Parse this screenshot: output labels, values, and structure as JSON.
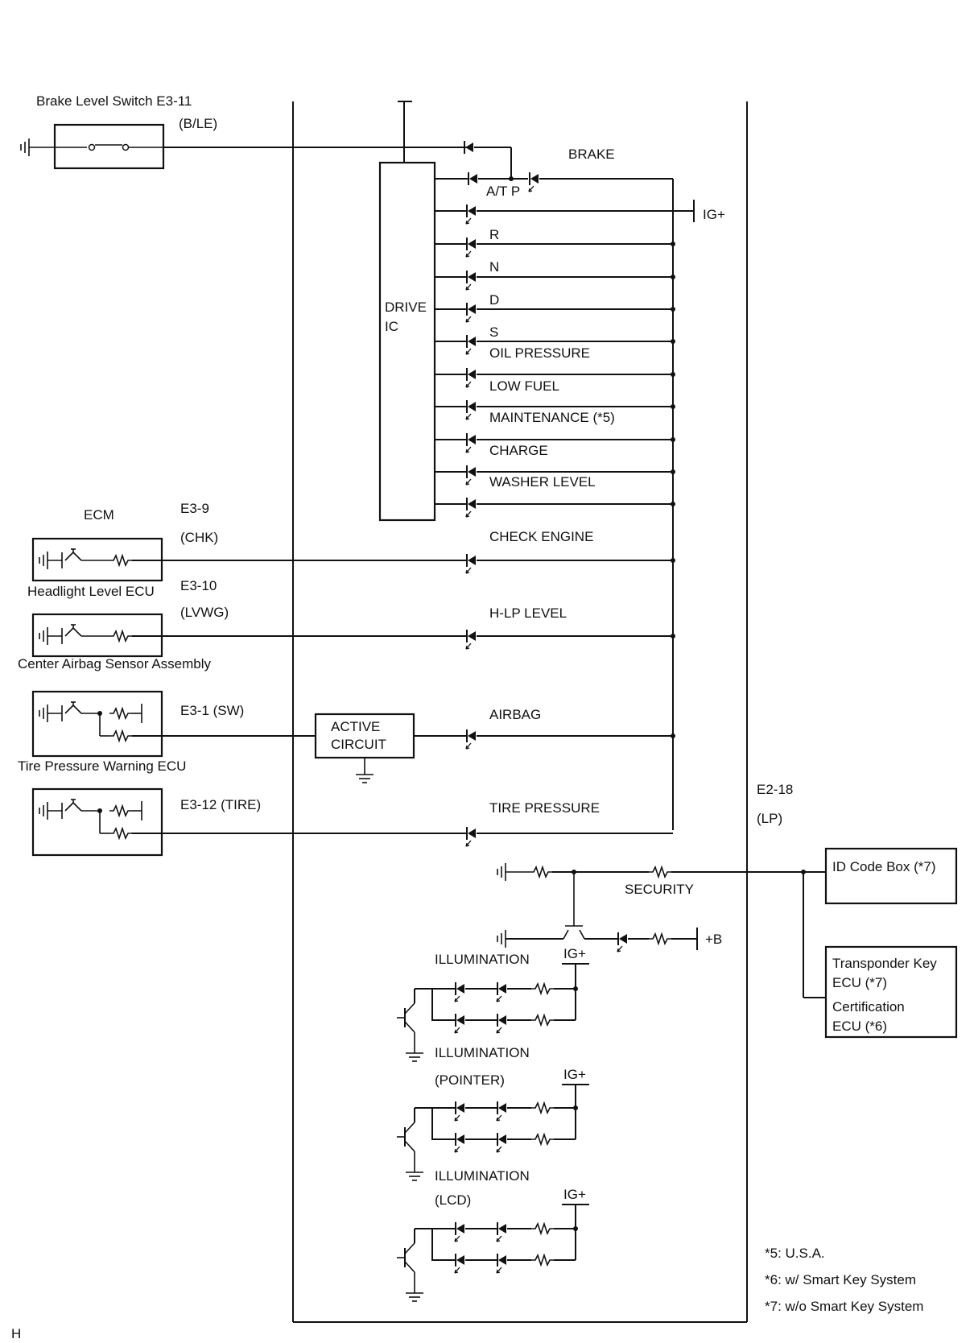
{
  "labels": {
    "brake_switch": "Brake Level Switch E3-11",
    "b_le": "(B/LE)",
    "brake": "BRAKE",
    "atp": "A/T P",
    "ig_plus": "IG+",
    "r": "R",
    "n": "N",
    "d": "D",
    "s": "S",
    "oil_pressure": "OIL PRESSURE",
    "low_fuel": "LOW FUEL",
    "maintenance": "MAINTENANCE (*5)",
    "charge": "CHARGE",
    "washer_level": "WASHER LEVEL",
    "drive_ic_1": "DRIVE",
    "drive_ic_2": "IC",
    "ecm": "ECM",
    "e3_9": "E3-9",
    "chk": "(CHK)",
    "check_engine": "CHECK ENGINE",
    "headlight_ecu": "Headlight Level ECU",
    "e3_10": "E3-10",
    "lvwg": "(LVWG)",
    "hlp_level": "H-LP LEVEL",
    "airbag_assembly": "Center Airbag Sensor Assembly",
    "e3_1": "E3-1 (SW)",
    "active_1": "ACTIVE",
    "active_2": "CIRCUIT",
    "airbag": "AIRBAG",
    "tire_ecu": "Tire Pressure Warning ECU",
    "e3_12": "E3-12 (TIRE)",
    "tire_pressure": "TIRE PRESSURE",
    "e2_18": "E2-18",
    "lp": "(LP)",
    "id_code_box": "ID Code Box (*7)",
    "security": "SECURITY",
    "plus_b": "+B",
    "illumination": "ILLUMINATION",
    "ig_plus_2": "IG+",
    "transponder_1": "Transponder Key",
    "transponder_2": "ECU (*7)",
    "certification_1": "Certification",
    "certification_2": "ECU (*6)",
    "illumination_2": "ILLUMINATION",
    "pointer": "(POINTER)",
    "ig_plus_3": "IG+",
    "illumination_3": "ILLUMINATION",
    "lcd": "(LCD)",
    "ig_plus_4": "IG+",
    "note_5": "*5: U.S.A.",
    "note_6": "*6: w/ Smart Key System",
    "note_7": "*7: w/o Smart Key System",
    "corner_mark": "H"
  },
  "icons": {
    "indicator": "led-indicator-icon",
    "ground": "ground-icon",
    "resistor": "resistor-icon",
    "transistor": "transistor-icon",
    "switch": "switch-icon"
  }
}
